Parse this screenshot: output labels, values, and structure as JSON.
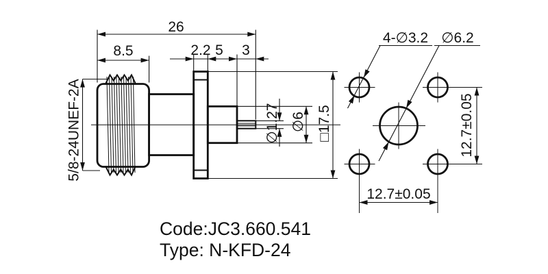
{
  "side_view": {
    "dim_overall_length": "26",
    "dim_nut_length": "8.5",
    "dim_flange_thickness": "2.2",
    "dim_insulator_length": "5",
    "dim_pin_length": "3",
    "thread_spec": "5/8-24UNEF-2A",
    "dim_pin_diameter": "∅1.27",
    "dim_insulator_diameter": "∅6",
    "dim_flange_size": "□17.5"
  },
  "flange_view": {
    "mounting_holes_label": "4-∅3.2",
    "center_hole_label": "∅6.2",
    "dim_hole_spacing_horizontal": "12.7±0.05",
    "dim_hole_spacing_vertical": "12.7±0.05"
  },
  "footer": {
    "code_line": "Code:JC3.660.541",
    "type_line": "Type: N-KFD-24"
  },
  "colors": {
    "line": "#111111",
    "background": "#ffffff"
  }
}
